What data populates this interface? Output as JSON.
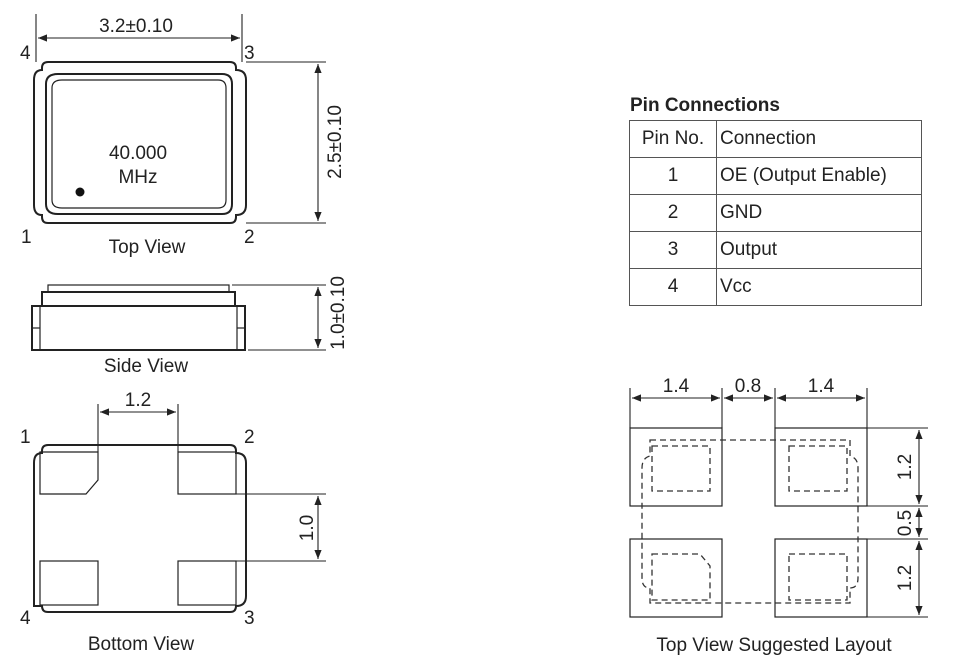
{
  "top_view": {
    "title": "Top View",
    "width_dim": "3.2±0.10",
    "height_dim": "2.5±0.10",
    "marking_line1": "40.000",
    "marking_line2": "MHz",
    "pin_labels": [
      "1",
      "2",
      "3",
      "4"
    ]
  },
  "side_view": {
    "title": "Side View",
    "height_dim": "1.0±0.10"
  },
  "bottom_view": {
    "title": "Bottom View",
    "pad_spacing_dim": "1.2",
    "pad_height_dim": "1.0",
    "pin_labels": [
      "1",
      "2",
      "3",
      "4"
    ]
  },
  "pin_connections": {
    "title": "Pin Connections",
    "headers": [
      "Pin No.",
      "Connection"
    ],
    "rows": [
      [
        "1",
        "OE (Output Enable)"
      ],
      [
        "2",
        "GND"
      ],
      [
        "3",
        "Output"
      ],
      [
        "4",
        "Vcc"
      ]
    ]
  },
  "layout": {
    "title": "Top View Suggested Layout",
    "dims_top": [
      "1.4",
      "0.8",
      "1.4"
    ],
    "dims_right": [
      "1.2",
      "0.5",
      "1.2"
    ]
  }
}
